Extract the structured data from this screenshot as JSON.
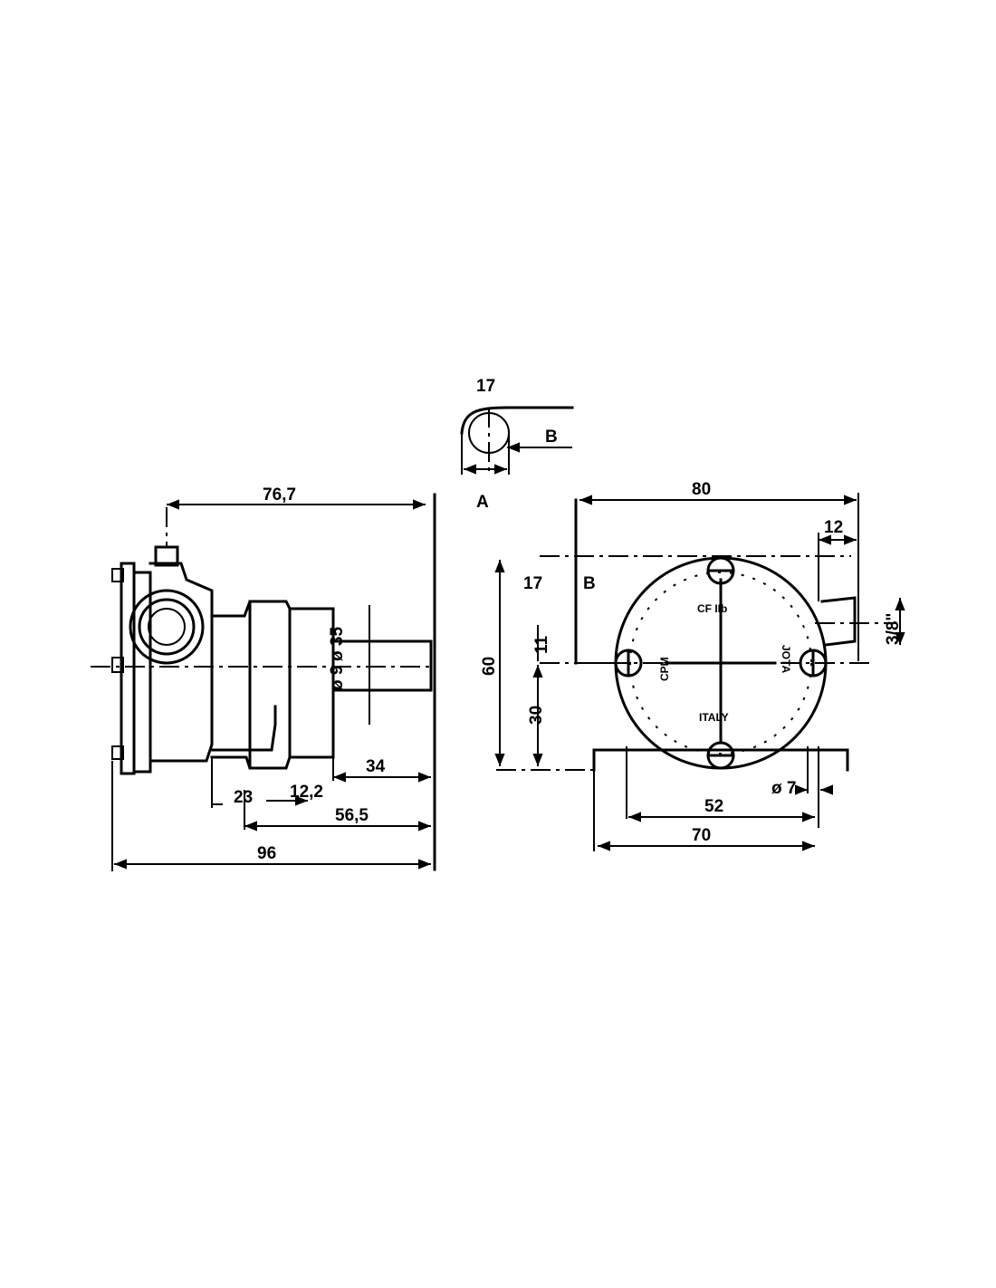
{
  "dimensions": {
    "d_76_7": "76,7",
    "d_17_top": "17",
    "d_A": "A",
    "d_B_top": "B",
    "d_80_top": "80",
    "d_12": "12",
    "d_17_side": "17",
    "d_B_side": "B",
    "d_3_8": "3/8\"",
    "d_60": "60",
    "d_11": "11",
    "d_30": "30",
    "d_35": "ø 35",
    "d_9": "ø 9",
    "d_34": "34",
    "d_23": "23",
    "d_12_2": "12,2",
    "d_56_5": "56,5",
    "d_96": "96",
    "d_7": "ø 7",
    "d_52": "52",
    "d_70": "70"
  },
  "cover_text": {
    "cpm": "CPM",
    "jota": "JOTA",
    "italy": "ITALY",
    "label_top": "CF IIb"
  }
}
